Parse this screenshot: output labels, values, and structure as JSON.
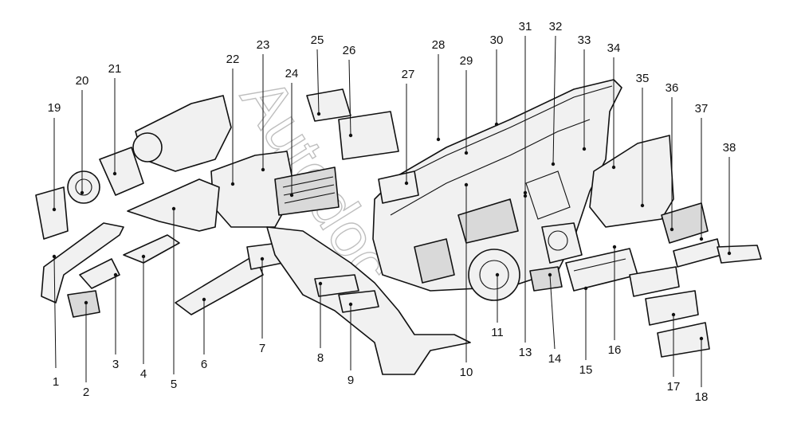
{
  "diagram": {
    "watermark": "Autodoc",
    "callouts": [
      "1",
      "2",
      "3",
      "4",
      "5",
      "6",
      "7",
      "8",
      "9",
      "10",
      "11",
      "13",
      "14",
      "15",
      "16",
      "17",
      "18",
      "19",
      "20",
      "21",
      "22",
      "23",
      "24",
      "25",
      "26",
      "27",
      "28",
      "29",
      "30",
      "31",
      "32",
      "33",
      "34",
      "35",
      "36",
      "37",
      "38"
    ]
  },
  "colors": {
    "ink": "#111111",
    "fill": "#f1f1f1",
    "shade": "#d9d9d9",
    "watermark": "#8a8a8a"
  }
}
